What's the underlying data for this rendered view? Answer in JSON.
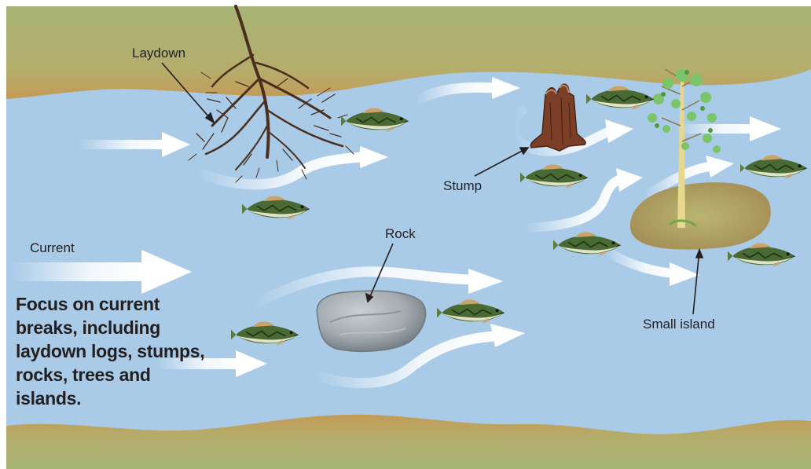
{
  "labels": {
    "laydown": "Laydown",
    "stump": "Stump",
    "rock": "Rock",
    "current": "Current",
    "small_island": "Small island"
  },
  "caption": "Focus on current breaks, including laydown logs, stumps, rocks, trees and islands.",
  "colors": {
    "water": "#a9cbe8",
    "bank": "#a7b476",
    "bank_edge": "#c49a55",
    "island": "#b7a464",
    "rock": "#9aa3a8",
    "current_arrow": "#ffffff",
    "fish_back": "#3f5a2e",
    "fish_belly": "#d8dcc0",
    "text": "#231f20"
  },
  "icons": [
    "laydown-tree-roots",
    "stump-icon",
    "tree-icon",
    "rock-icon",
    "fish-icon",
    "current-arrow-icon"
  ]
}
